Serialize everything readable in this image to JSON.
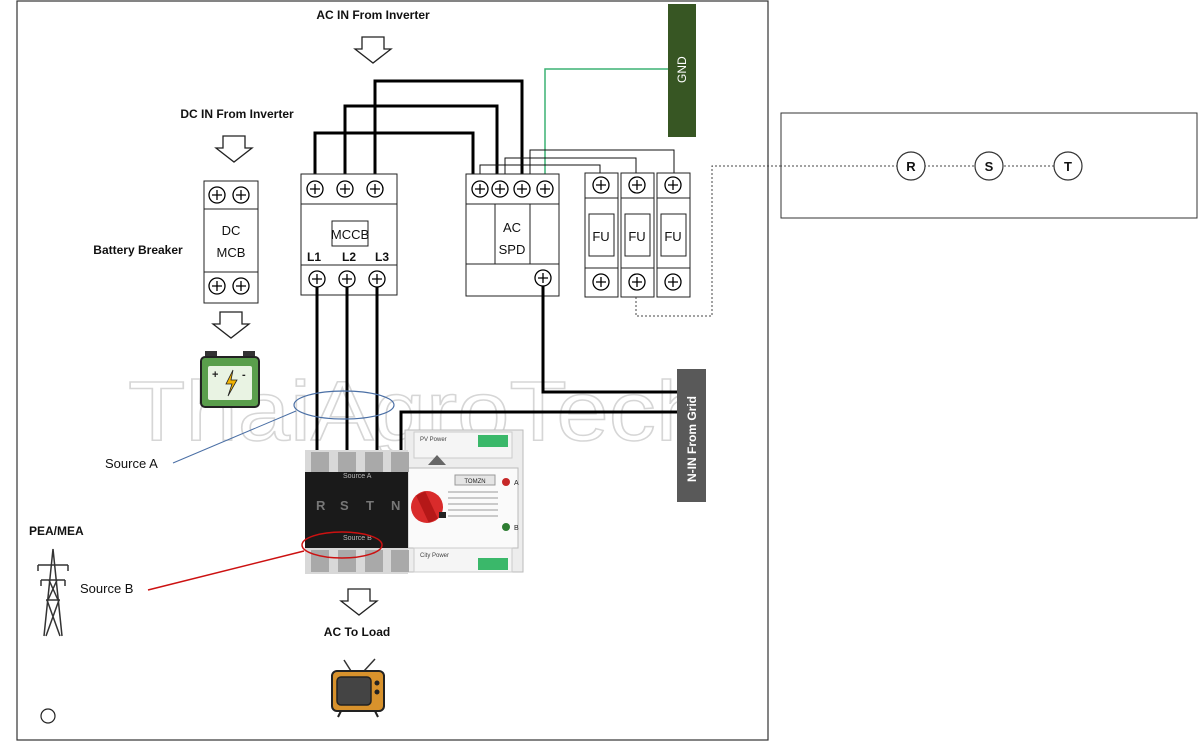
{
  "labels": {
    "ac_in": "AC IN From Inverter",
    "dc_in": "DC IN From Inverter",
    "battery_breaker": "Battery Breaker",
    "dc_mcb_line1": "DC",
    "dc_mcb_line2": "MCB",
    "mccb": "MCCB",
    "l1": "L1",
    "l2": "L2",
    "l3": "L3",
    "spd_line1": "AC",
    "spd_line2": "SPD",
    "fu": "FU",
    "gnd": "GND",
    "n_in_grid": "N-IN From Grid",
    "source_a": "Source A",
    "source_b": "Source B",
    "pea_mea": "PEA/MEA",
    "ac_to_load": "AC To Load",
    "watermark": "ThaiAgroTech"
  },
  "ats": {
    "phases": [
      "R",
      "S",
      "T",
      "N"
    ],
    "source_a": "Source A",
    "source_b": "Source B",
    "brand": "TOMZN",
    "pv_label": "PV Power",
    "city_label": "City Power",
    "a": "A",
    "b": "B"
  },
  "phase_box": {
    "terminals": [
      "R",
      "S",
      "T"
    ]
  },
  "colors": {
    "gnd_bar": "#375623",
    "gnd_wire": "#3bb273",
    "grid_bar": "#595959",
    "source_a_ring": "#4a6fa5",
    "source_b_ring": "#cc1111",
    "ats_red": "#d92b2b",
    "battery_green": "#5a9e4c"
  },
  "icons": [
    "battery-icon",
    "pylon-icon",
    "tv-icon",
    "arrow-down-icon"
  ]
}
